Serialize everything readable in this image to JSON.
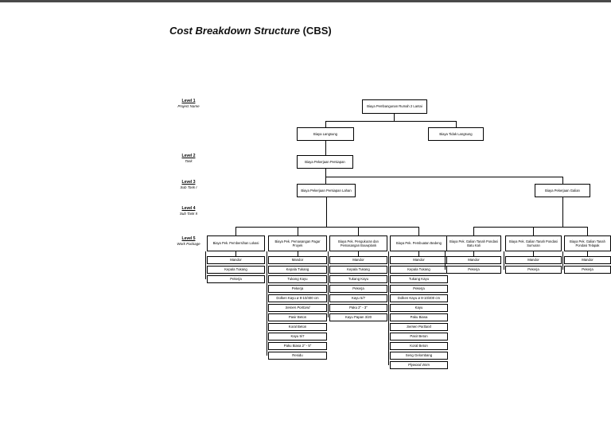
{
  "page": {
    "title_italic": "Cost Breakdown Structure",
    "title_rest": " (CBS)"
  },
  "levels": [
    {
      "name": "Level 1",
      "desc": "Project Name"
    },
    {
      "name": "Level 2",
      "desc": "Task"
    },
    {
      "name": "Level 3",
      "desc": "Sub Task I"
    },
    {
      "name": "Level 4",
      "desc": "Sub Task II"
    },
    {
      "name": "Level 5",
      "desc": "Work Package"
    }
  ],
  "nodes": {
    "root": "Biaya Pembangunan Rumah 2 Lantai",
    "direct": "Biaya Langsung",
    "indirect": "Biaya Tidak Langsung",
    "persiapan": "Biaya Pekerjaan Persiapan",
    "persiapan_lahan": "Biaya Pekerjaan Persiapan Lahan",
    "galian": "Biaya Pekerjaan Galian"
  },
  "columns": [
    {
      "header": "Biaya Pek. Pembersihan Lokasi",
      "items": [
        "Mandor",
        "Kepala Tukang",
        "Pekerja"
      ]
    },
    {
      "header": "Biaya Pek. Pemasangan Pagar Proyek",
      "items": [
        "Mandor",
        "Kepala Tukang",
        "Tukang Kayu",
        "Pekerja",
        "Dolken Kayu ø 8-10/400 cm",
        "Semen Portland",
        "Pasir Beton",
        "Koral Beton",
        "Kayu 5/7",
        "Paku Biasa 2\" - 5\"",
        "Residu"
      ]
    },
    {
      "header": "Biaya Pek. Pengukuran dan Pemasangan Bouwplank",
      "items": [
        "Mandor",
        "Kepala Tukang",
        "Tukang Kayu",
        "Pekerja",
        "Kayu 5/7",
        "Paku 2\" - 3\"",
        "Kayu Papan 3/20"
      ]
    },
    {
      "header": "Biaya Pek. Pembuatan Bedeng",
      "items": [
        "Mandor",
        "Kepala Tukang",
        "Tukang Kayu",
        "Pekerja",
        "Dolken Kayu ø 8-10/400 cm",
        "Kayu",
        "Paku Biasa",
        "Semen Portland",
        "Pasir Beton",
        "Koral Beton",
        "Seng Gelombang",
        "Plywood 4mm"
      ]
    },
    {
      "header": "Biaya Pek. Galian Tanah Pondasi Batu Kali",
      "items": [
        "Mandor",
        "Pekerja"
      ]
    },
    {
      "header": "Biaya Pek. Galian Tanah Pondasi Sumuran",
      "items": [
        "Mandor",
        "Pekerja"
      ]
    },
    {
      "header": "Biaya Pek. Galian Tanah Pondasi Telapak",
      "items": [
        "Mandor",
        "Pekerja"
      ]
    }
  ],
  "italic_labels": [
    "Semen Portland",
    "Plywood 4mm"
  ]
}
